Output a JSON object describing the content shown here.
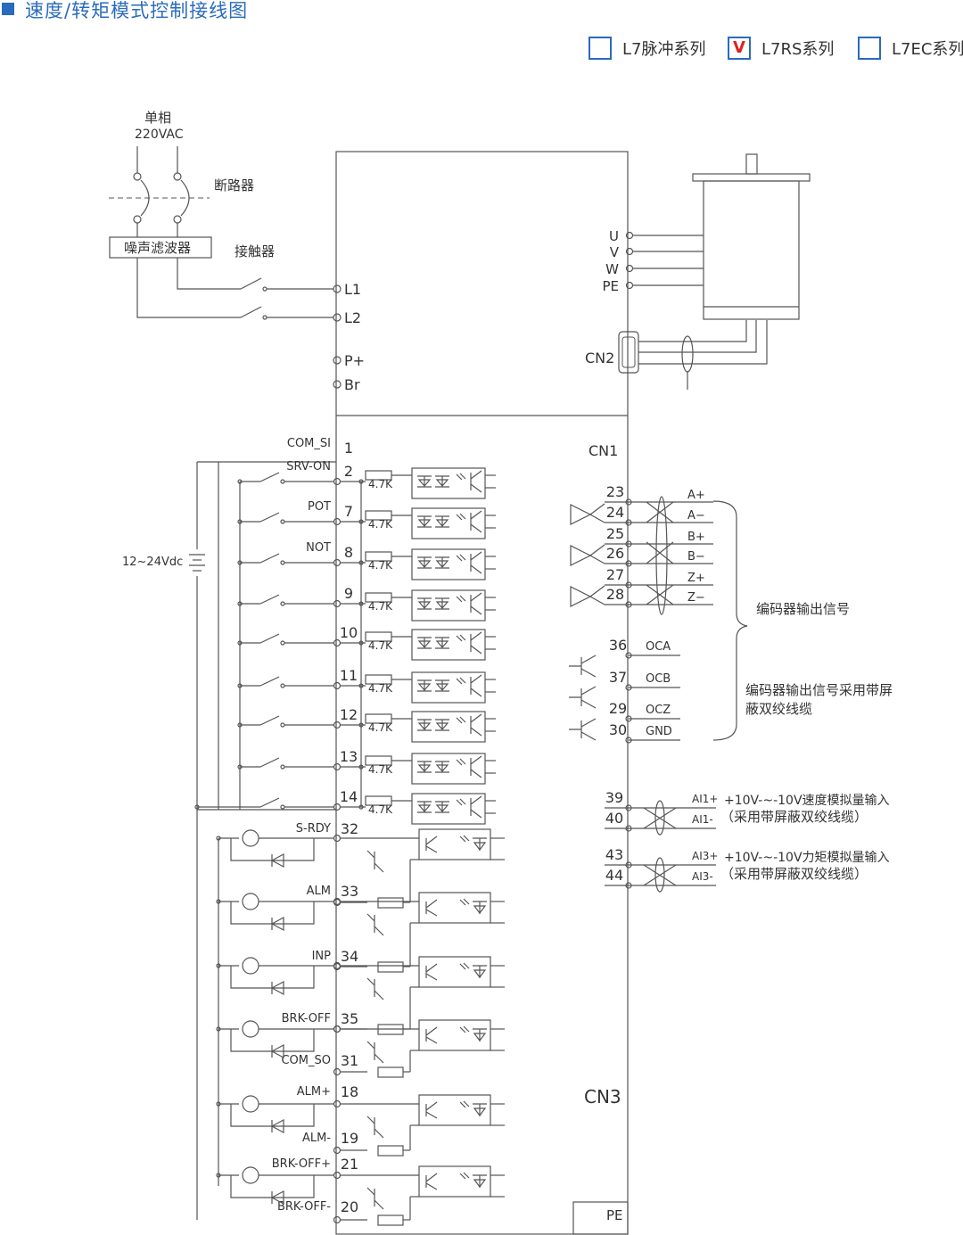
{
  "header": {
    "title": "速度/转矩模式控制接线图"
  },
  "series_options": [
    {
      "label": "L7脉冲系列",
      "checked": false,
      "mark": ""
    },
    {
      "label": "L7RS系列",
      "checked": true,
      "mark": "V"
    },
    {
      "label": "L7EC系列",
      "checked": false,
      "mark": ""
    }
  ],
  "power": {
    "phase": "单相",
    "voltage": "220VAC",
    "breaker": "断路器",
    "filter": "噪声滤波器",
    "contactor": "接触器"
  },
  "driver_terminals": {
    "l1": "L1",
    "l2": "L2",
    "p_plus": "P+",
    "br": "Br"
  },
  "motor_terminals": [
    "U",
    "V",
    "W",
    "PE"
  ],
  "connectors": {
    "cn1": "CN1",
    "cn2": "CN2",
    "cn3": "CN3",
    "pe": "PE"
  },
  "supply_label": "12~24Vdc",
  "resistor_label": "4.7K",
  "inputs": [
    {
      "name": "COM_SI",
      "pin": "1"
    },
    {
      "name": "SRV-ON",
      "pin": "2"
    },
    {
      "name": "POT",
      "pin": "7"
    },
    {
      "name": "NOT",
      "pin": "8"
    },
    {
      "name": "",
      "pin": "9"
    },
    {
      "name": "",
      "pin": "10"
    },
    {
      "name": "",
      "pin": "11"
    },
    {
      "name": "",
      "pin": "12"
    },
    {
      "name": "",
      "pin": "13"
    },
    {
      "name": "",
      "pin": "14"
    }
  ],
  "outputs": [
    {
      "name": "S-RDY",
      "pin": "32"
    },
    {
      "name": "ALM",
      "pin": "33"
    },
    {
      "name": "INP",
      "pin": "34"
    },
    {
      "name": "BRK-OFF",
      "pin": "35"
    },
    {
      "name": "COM_SO",
      "pin": "31"
    },
    {
      "name": "ALM+",
      "pin": "18"
    },
    {
      "name": "ALM-",
      "pin": "19"
    },
    {
      "name": "BRK-OFF+",
      "pin": "21"
    },
    {
      "name": "BRK-OFF-",
      "pin": "20"
    }
  ],
  "encoder_pins": [
    "23",
    "24",
    "25",
    "26",
    "27",
    "28"
  ],
  "encoder_signals": [
    "A+",
    "A−",
    "B+",
    "B−",
    "Z+",
    "Z−"
  ],
  "oc_pins": [
    {
      "pin": "36",
      "name": "OCA"
    },
    {
      "pin": "37",
      "name": "OCB"
    },
    {
      "pin": "29",
      "name": "OCZ"
    },
    {
      "pin": "30",
      "name": "GND"
    }
  ],
  "encoder_note": "编码器输出信号",
  "encoder_cable_note": [
    "编码器输出信号采用带屏",
    "蔽双绞线缆"
  ],
  "analog": [
    {
      "pins": [
        "39",
        "40"
      ],
      "names": [
        "AI1+",
        "AI1-"
      ],
      "desc": "+10V-~-10V速度模拟量输入",
      "cable": "（采用带屏蔽双绞线缆）"
    },
    {
      "pins": [
        "43",
        "44"
      ],
      "names": [
        "AI3+",
        "AI3-"
      ],
      "desc": "+10V-~-10V力矩模拟量输入",
      "cable": "（采用带屏蔽双绞线缆）"
    }
  ]
}
